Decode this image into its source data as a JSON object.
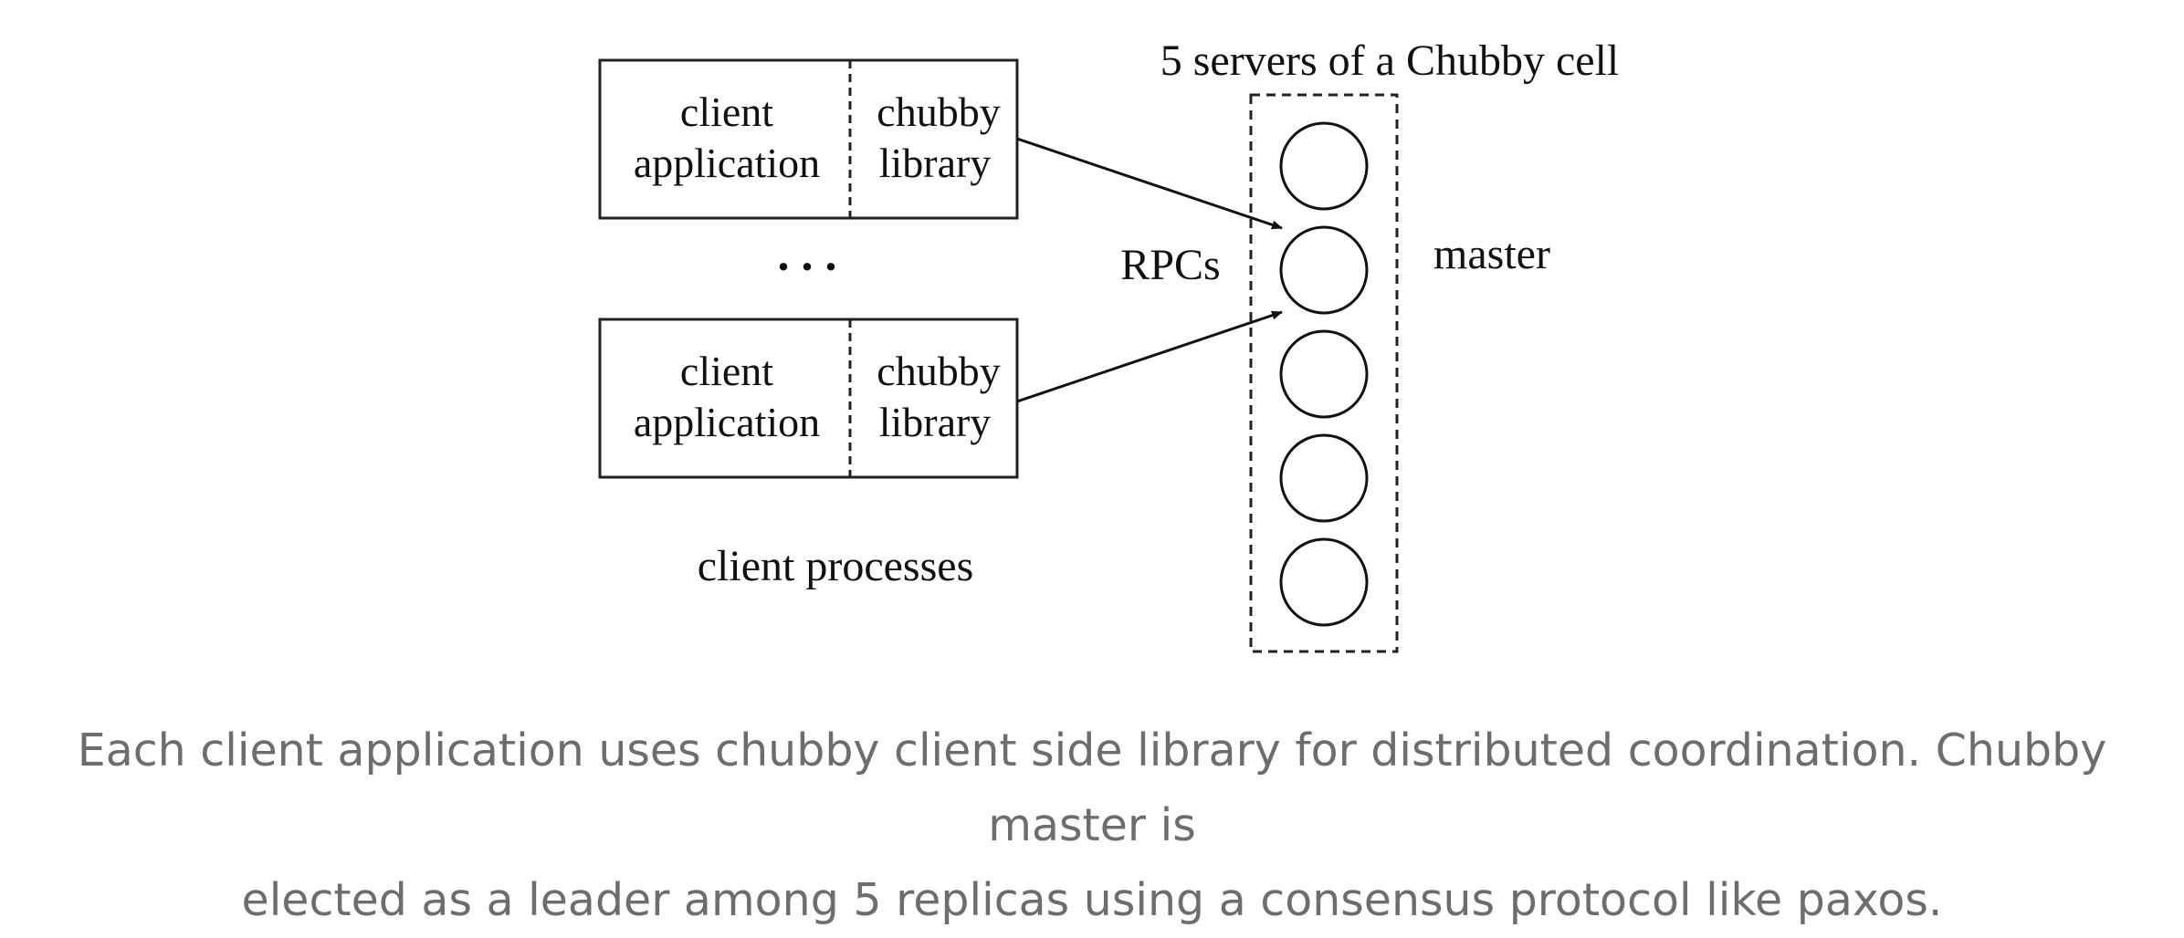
{
  "diagram": {
    "cell_title": "5 servers of a Chubby cell",
    "clients": [
      {
        "app_label_line1": "client",
        "app_label_line2": "application",
        "lib_label_line1": "chubby",
        "lib_label_line2": "library"
      },
      {
        "app_label_line1": "client",
        "app_label_line2": "application",
        "lib_label_line1": "chubby",
        "lib_label_line2": "library"
      }
    ],
    "ellipsis": ". . .",
    "clients_group_label": "client processes",
    "rpc_label": "RPCs",
    "master_label": "master",
    "server_count": 5,
    "master_index": 1
  },
  "caption": {
    "line1": "Each client application uses chubby client side library for distributed coordination. Chubby master is",
    "line2": "elected as a leader among 5 replicas using a consensus protocol like paxos."
  }
}
